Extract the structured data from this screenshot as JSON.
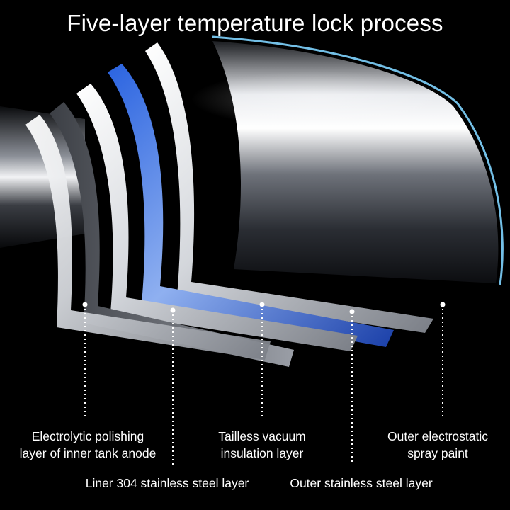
{
  "title": "Five-layer temperature lock process",
  "colors": {
    "background": "#000000",
    "steel": "#b8bcc2",
    "vacuum_layer": "#1f4fc4",
    "edge_glow": "#7fd4ff",
    "leader_line": "#ffffff"
  },
  "layers": [
    {
      "name": "electrolytic-polishing-layer",
      "lines": [
        "Electrolytic polishing",
        "layer of inner tank anode"
      ]
    },
    {
      "name": "liner-304-layer",
      "lines": [
        "Liner 304 stainless steel layer"
      ]
    },
    {
      "name": "tailless-vacuum-layer",
      "lines": [
        "Tailless vacuum",
        "insulation layer"
      ]
    },
    {
      "name": "outer-stainless-layer",
      "lines": [
        "Outer stainless steel layer"
      ]
    },
    {
      "name": "outer-spray-paint-layer",
      "lines": [
        "Outer electrostatic",
        "spray paint"
      ]
    }
  ]
}
